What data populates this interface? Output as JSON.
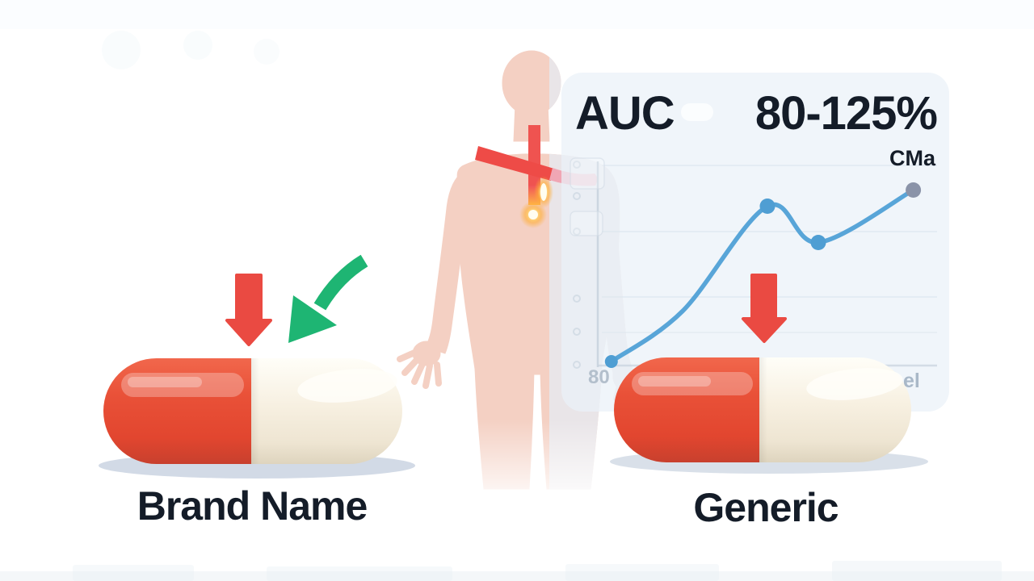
{
  "scene": {
    "topic": "Brand-name vs generic drug bioequivalence infographic"
  },
  "capsules": {
    "brand_label": "Brand Name",
    "generic_label": "Generic"
  },
  "panel": {
    "metric_primary": "AUC",
    "range_value": "80-125%",
    "metric_secondary": "CMa",
    "axis_origin_label": "80",
    "axis_end_label": "el"
  },
  "chart_data": {
    "type": "line",
    "title": "",
    "xlabel": "",
    "ylabel": "",
    "grid": true,
    "legend_position": "none",
    "axis_origin_label": "80",
    "axis_end_label": "el",
    "curve": {
      "x_fraction": [
        0.04,
        0.25,
        0.5,
        0.65,
        0.93
      ],
      "values_pct": [
        2,
        27,
        79,
        61,
        87
      ]
    },
    "markers": {
      "indices": [
        0,
        2,
        3,
        4
      ],
      "color": "#4f9ed3",
      "end_color": "#8a93a8"
    },
    "line_color": "#58a5d8"
  },
  "icons": {
    "red_down_arrow_left": "red-block-down-arrow",
    "green_curved_arrow": "green-curved-check-arrow",
    "red_down_arrow_right": "red-block-down-arrow",
    "medical_cross": "red-cross-on-chest",
    "glow_dot": "orange-glow-dot",
    "pill_ghost": "faint-white-pill"
  },
  "colors": {
    "capsule_red": "#e64a33",
    "capsule_cream": "#f7f0e1",
    "arrow_red": "#ea4a42",
    "arrow_green": "#1eb573",
    "chart_blue": "#58a5d8",
    "chart_end_dot": "#8a93a8",
    "body_left_half": "#f4d0c3",
    "body_right_half": "#e9e5e8",
    "panel_bg": "#eaf1f8",
    "text_dark": "#141c28",
    "shadow": "#c7d1e0"
  }
}
